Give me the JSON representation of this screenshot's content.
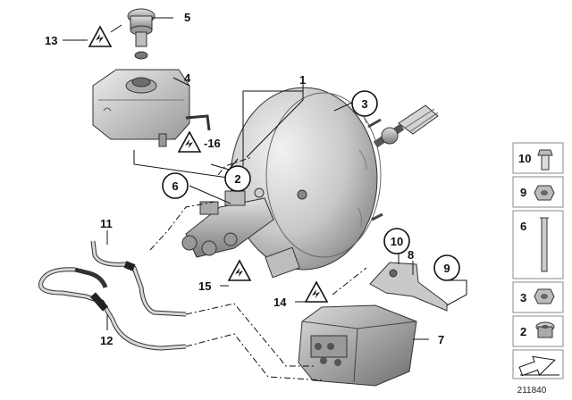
{
  "callouts": {
    "c1": "1",
    "c2": "2",
    "c3": "3",
    "c4": "4",
    "c5": "5",
    "c6": "6",
    "c7": "7",
    "c8": "8",
    "c9": "9",
    "c10": "10",
    "c11": "11",
    "c12": "12",
    "c13": "13",
    "c14": "14",
    "c15": "15",
    "c16": "-16"
  },
  "parts_panel": [
    "10",
    "9",
    "6",
    "3",
    "2"
  ],
  "reference_number": "211840",
  "icons": {
    "warning": "warning-triangle-icon",
    "view_arrow": "view-direction-arrow-icon"
  }
}
